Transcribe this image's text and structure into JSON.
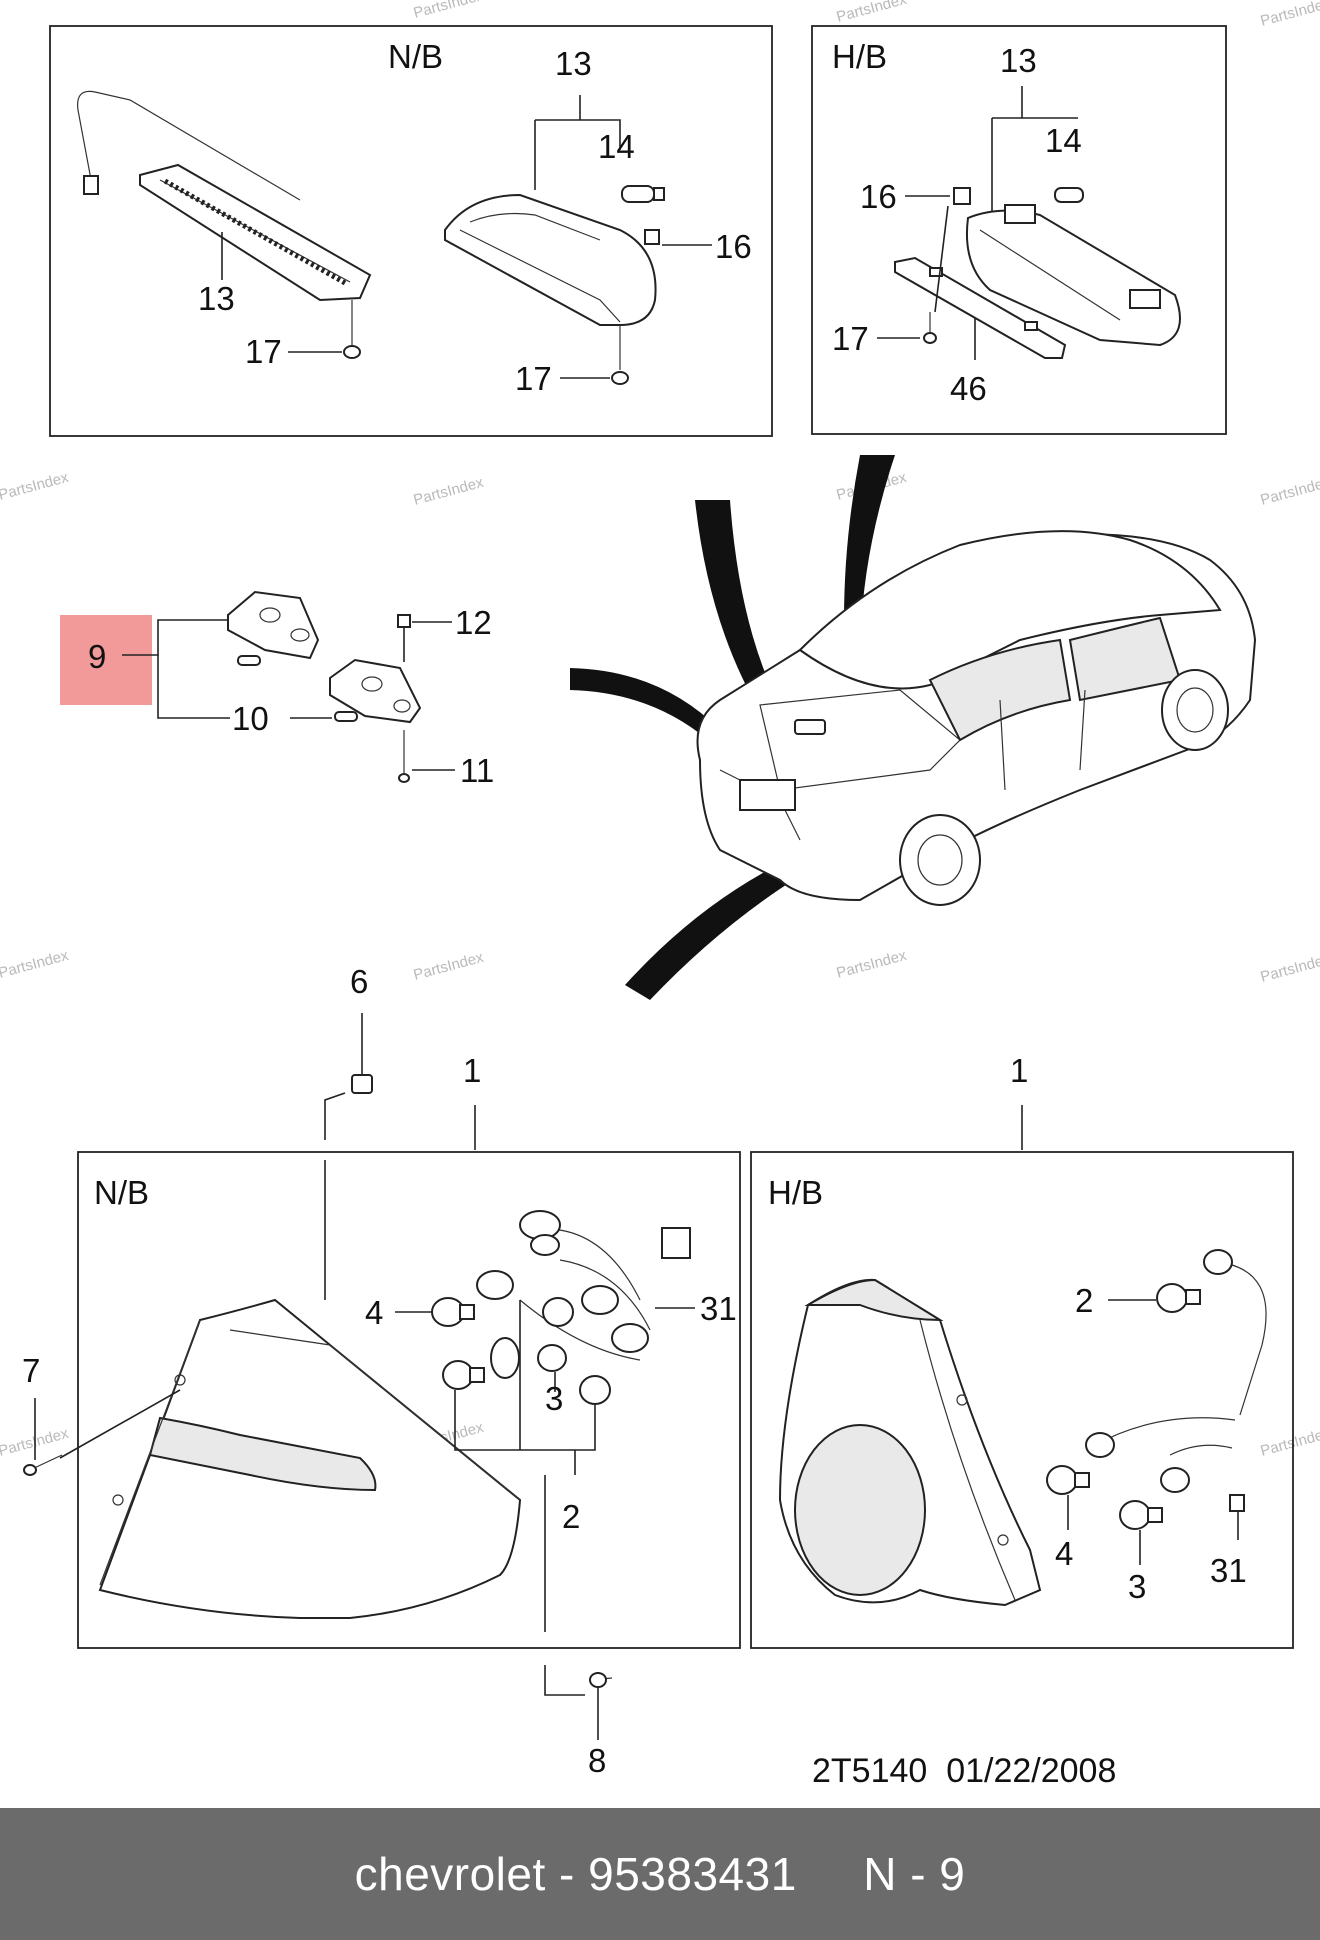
{
  "watermark": "PartsIndex",
  "panels": {
    "top_left_title": "N/B",
    "top_right_title": "H/B",
    "bottom_left_title": "N/B",
    "bottom_right_title": "H/B"
  },
  "callouts": {
    "tl_13a": "13",
    "tl_14": "14",
    "tl_16": "16",
    "tl_13b": "13",
    "tl_17a": "17",
    "tl_17b": "17",
    "tr_13": "13",
    "tr_14": "14",
    "tr_16": "16",
    "tr_17": "17",
    "tr_46": "46",
    "mid_9": "9",
    "mid_12": "12",
    "mid_10": "10",
    "mid_11": "11",
    "b_6": "6",
    "b_1a": "1",
    "b_1b": "1",
    "b_7": "7",
    "b_4a": "4",
    "b_3a": "3",
    "b_31a": "31",
    "b_2a": "2",
    "b_8": "8",
    "b_2b": "2",
    "b_4b": "4",
    "b_3b": "3",
    "b_31b": "31"
  },
  "highlight_color": "#f29a9a",
  "drawing_code": "2T5140  01/22/2008",
  "footer": {
    "text": "chevrolet - 95383431     N - 9",
    "background": "#6b6b6b"
  }
}
